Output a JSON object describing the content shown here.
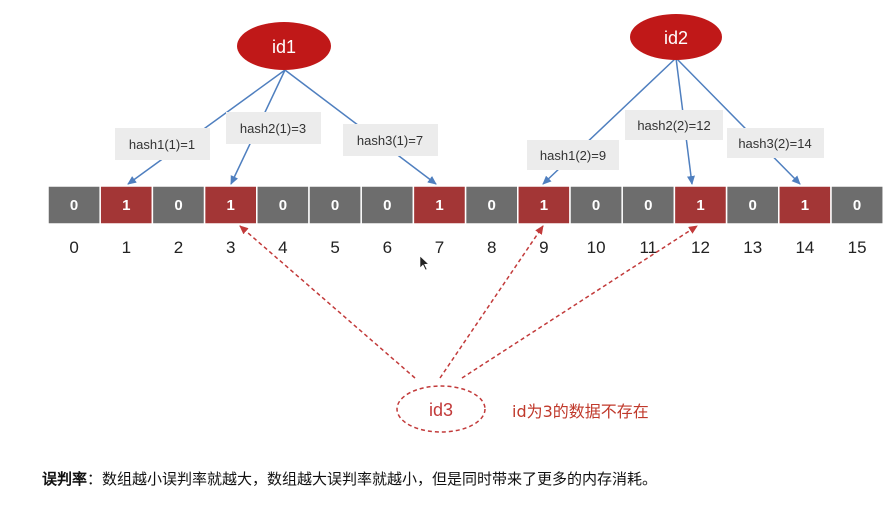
{
  "colors": {
    "cell_zero": "#6d6d6d",
    "cell_one": "#a33636",
    "node_fill": "#c01818",
    "arrow": "#4f7fbf",
    "dashed": "#c23a3a",
    "label_bg": "#ececec"
  },
  "bit_array": {
    "values": [
      "0",
      "1",
      "0",
      "1",
      "0",
      "0",
      "0",
      "1",
      "0",
      "1",
      "0",
      "0",
      "1",
      "0",
      "1",
      "0"
    ],
    "indices": [
      "0",
      "1",
      "2",
      "3",
      "4",
      "5",
      "6",
      "7",
      "8",
      "9",
      "10",
      "11",
      "12",
      "13",
      "14",
      "15"
    ]
  },
  "id1": {
    "label": "id1",
    "hashes": [
      {
        "label": "hash1(1)=1",
        "target": 1
      },
      {
        "label": "hash2(1)=3",
        "target": 3
      },
      {
        "label": "hash3(1)=7",
        "target": 7
      }
    ]
  },
  "id2": {
    "label": "id2",
    "hashes": [
      {
        "label": "hash1(2)=9",
        "target": 9
      },
      {
        "label": "hash2(2)=12",
        "target": 12
      },
      {
        "label": "hash3(2)=14",
        "target": 14
      }
    ]
  },
  "id3": {
    "label": "id3",
    "targets": [
      3,
      9,
      12
    ],
    "note": "id为3的数据不存在"
  },
  "caption": {
    "bold": "误判率",
    "text": "：数组越小误判率就越大，数组越大误判率就越小，但是同时带来了更多的内存消耗。"
  }
}
